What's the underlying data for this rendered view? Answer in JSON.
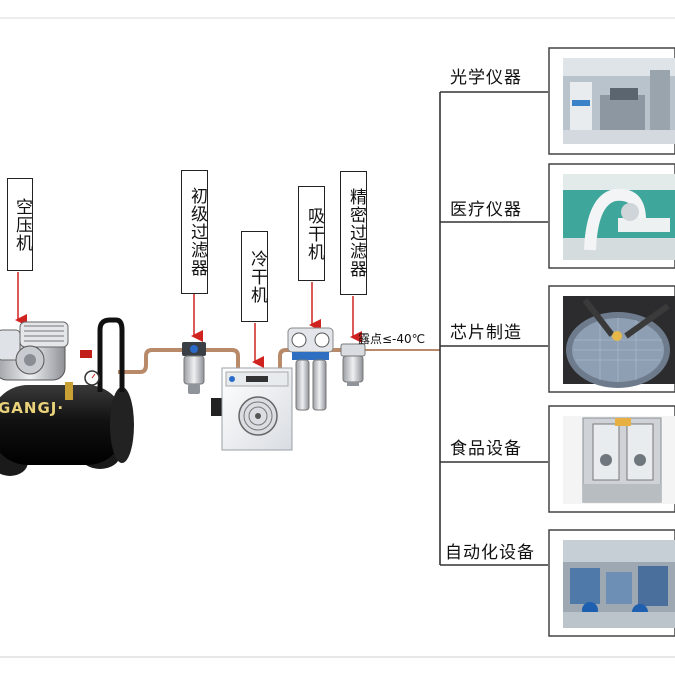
{
  "equipment": {
    "compressor": "空压机",
    "primary_filter": "初级过滤器",
    "refrigerated_dryer": "冷干机",
    "adsorption_dryer": "吸干机",
    "precision_filter": "精密过滤器"
  },
  "dew_point": "露点≤-40℃",
  "brand_text": "GANGJ·",
  "applications": [
    {
      "label": "光学仪器",
      "icon": "optical-lab-photo"
    },
    {
      "label": "医疗仪器",
      "icon": "medical-equipment-photo"
    },
    {
      "label": "芯片制造",
      "icon": "wafer-fab-photo"
    },
    {
      "label": "食品设备",
      "icon": "food-machine-photo"
    },
    {
      "label": "自动化设备",
      "icon": "automation-line-photo"
    }
  ],
  "colors": {
    "arrow": "#d0221f",
    "pipe": "#b98a6a",
    "line": "#333333"
  }
}
